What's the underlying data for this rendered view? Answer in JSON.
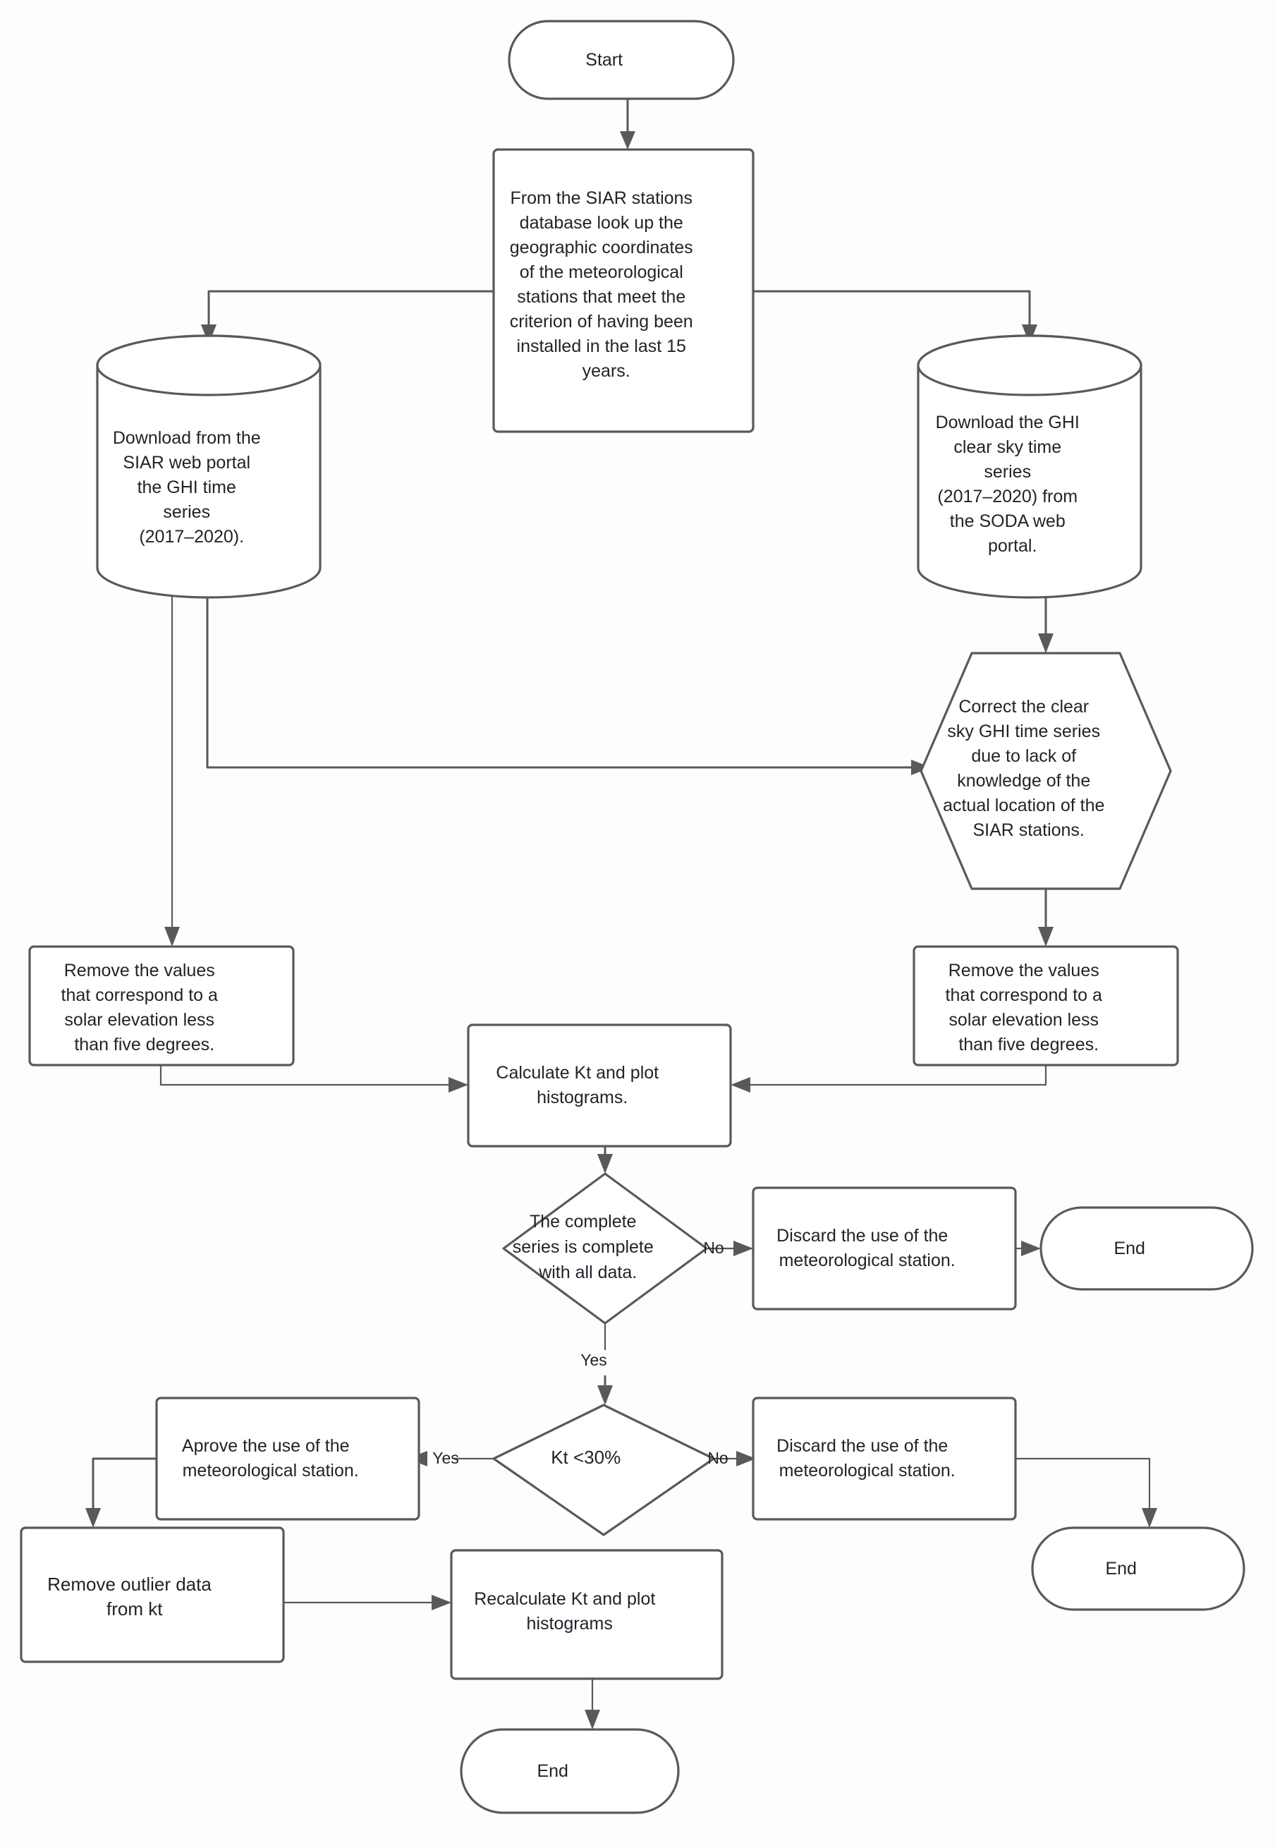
{
  "diagram": {
    "title": "SIAR GHI data quality-control flowchart",
    "colors": {
      "stroke": "#595959",
      "text": "#20242a",
      "background": "#fdfdfd",
      "node_fill": "#ffffff"
    },
    "nodes": [
      {
        "id": "start",
        "type": "terminator",
        "lines": [
          "Start"
        ]
      },
      {
        "id": "lookup-stations",
        "type": "process",
        "lines": [
          "From the SIAR stations",
          "database look up the",
          "geographic coordinates",
          "of the meteorological",
          "stations that meet the",
          "criterion of having been",
          "installed in the last 15",
          "years."
        ]
      },
      {
        "id": "download-siar",
        "type": "database",
        "lines": [
          "Download from the",
          "SIAR web portal",
          "the GHI time",
          "series",
          "(2017–2020)."
        ]
      },
      {
        "id": "download-soda",
        "type": "database",
        "lines": [
          "Download the GHI",
          "clear sky time",
          "series",
          "(2017–2020) from",
          "the SODA web",
          "portal."
        ]
      },
      {
        "id": "correct-clearsky",
        "type": "preparation",
        "lines": [
          "Correct the clear",
          "sky GHI time series",
          "due to lack of",
          "knowledge of the",
          "actual location of the",
          "SIAR stations."
        ]
      },
      {
        "id": "remove-low-elev-left",
        "type": "process",
        "lines": [
          "Remove the values",
          "that correspond to a",
          "solar elevation less",
          "than five degrees."
        ]
      },
      {
        "id": "remove-low-elev-right",
        "type": "process",
        "lines": [
          "Remove the values",
          "that correspond to a",
          "solar elevation less",
          "than five degrees."
        ]
      },
      {
        "id": "calculate-kt",
        "type": "process",
        "lines": [
          "Calculate Kt and plot",
          "histograms."
        ]
      },
      {
        "id": "series-complete",
        "type": "decision",
        "lines": [
          "The complete",
          "series is complete",
          "with all data."
        ]
      },
      {
        "id": "discard-1",
        "type": "process",
        "lines": [
          "Discard the use of the",
          "meteorological station."
        ]
      },
      {
        "id": "end-1",
        "type": "terminator",
        "lines": [
          "End"
        ]
      },
      {
        "id": "kt-threshold",
        "type": "decision",
        "lines": [
          "Kt <30%"
        ]
      },
      {
        "id": "approve",
        "type": "process",
        "lines": [
          "Aprove the use of the",
          "meteorological station."
        ]
      },
      {
        "id": "discard-2",
        "type": "process",
        "lines": [
          "Discard the use of the",
          "meteorological station."
        ]
      },
      {
        "id": "end-2",
        "type": "terminator",
        "lines": [
          "End"
        ]
      },
      {
        "id": "remove-outliers",
        "type": "process",
        "lines": [
          "Remove outlier data",
          "from kt"
        ]
      },
      {
        "id": "recalculate-kt",
        "type": "process",
        "lines": [
          "Recalculate Kt and plot",
          "histograms"
        ]
      },
      {
        "id": "end-3",
        "type": "terminator",
        "lines": [
          "End"
        ]
      }
    ],
    "edge_labels": {
      "series_complete_no": "No",
      "series_complete_yes": "Yes",
      "kt_yes": "Yes",
      "kt_no": "No"
    }
  }
}
